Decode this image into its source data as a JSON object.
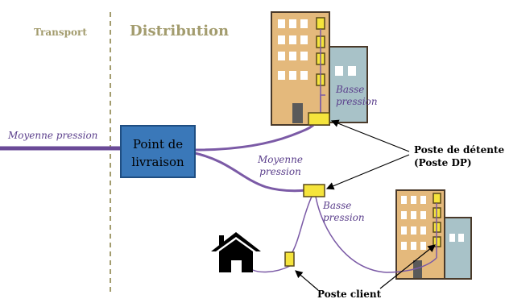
{
  "labels": {
    "transport": "Transport",
    "distribution": "Distribution",
    "moyenne_pression_left": "Moyenne pression",
    "point_livraison_line1": "Point de",
    "point_livraison_line2": "livraison",
    "moyenne_pression_mid_line1": "Moyenne",
    "moyenne_pression_mid_line2": "pression",
    "basse_pression_top_line1": "Basse",
    "basse_pression_top_line2": "pression",
    "basse_pression_mid_line1": "Basse",
    "basse_pression_mid_line2": "pression",
    "poste_detente_line1": "Poste de détente",
    "poste_detente_line2": "(Poste DP)",
    "poste_client": "Poste client"
  },
  "colors": {
    "pipe": "#7b5aa6",
    "pipe_thick": "#6a4a97",
    "box_fill": "#3a78b9",
    "box_stroke": "#1f4e82",
    "building_fill": "#e4b97c",
    "building_stroke": "#4a3a2a",
    "window": "#ffffff",
    "door": "#5a5a5a",
    "regulator": "#f5e43c",
    "regulator_stroke": "#5a4a1a",
    "building2_fill": "#a8c2c8",
    "header_text": "#a39c6e",
    "label_text": "#5b3f8c"
  }
}
